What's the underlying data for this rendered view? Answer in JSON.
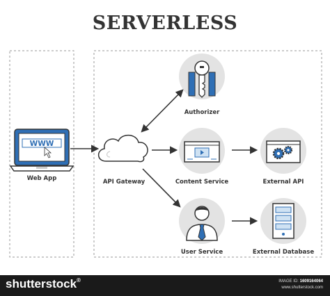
{
  "title": "SERVERLESS",
  "nodes": {
    "web_app": "Web App",
    "api_gateway": "API Gateway",
    "authorizer": "Authorizer",
    "content_service": "Content Service",
    "external_api": "External API",
    "user_service": "User Service",
    "external_database": "External Database"
  },
  "web_app_screen_text": "WWW",
  "colors": {
    "accent_blue": "#2f6fb5",
    "light_blue": "#cfe2f3",
    "circle_gray": "#e3e3e3",
    "line": "#333333"
  },
  "footer": {
    "brand": "shutterstock",
    "image_id_label": "IMAGE ID:",
    "image_id_value": "1609164064",
    "site": "www.shutterstock.com"
  }
}
